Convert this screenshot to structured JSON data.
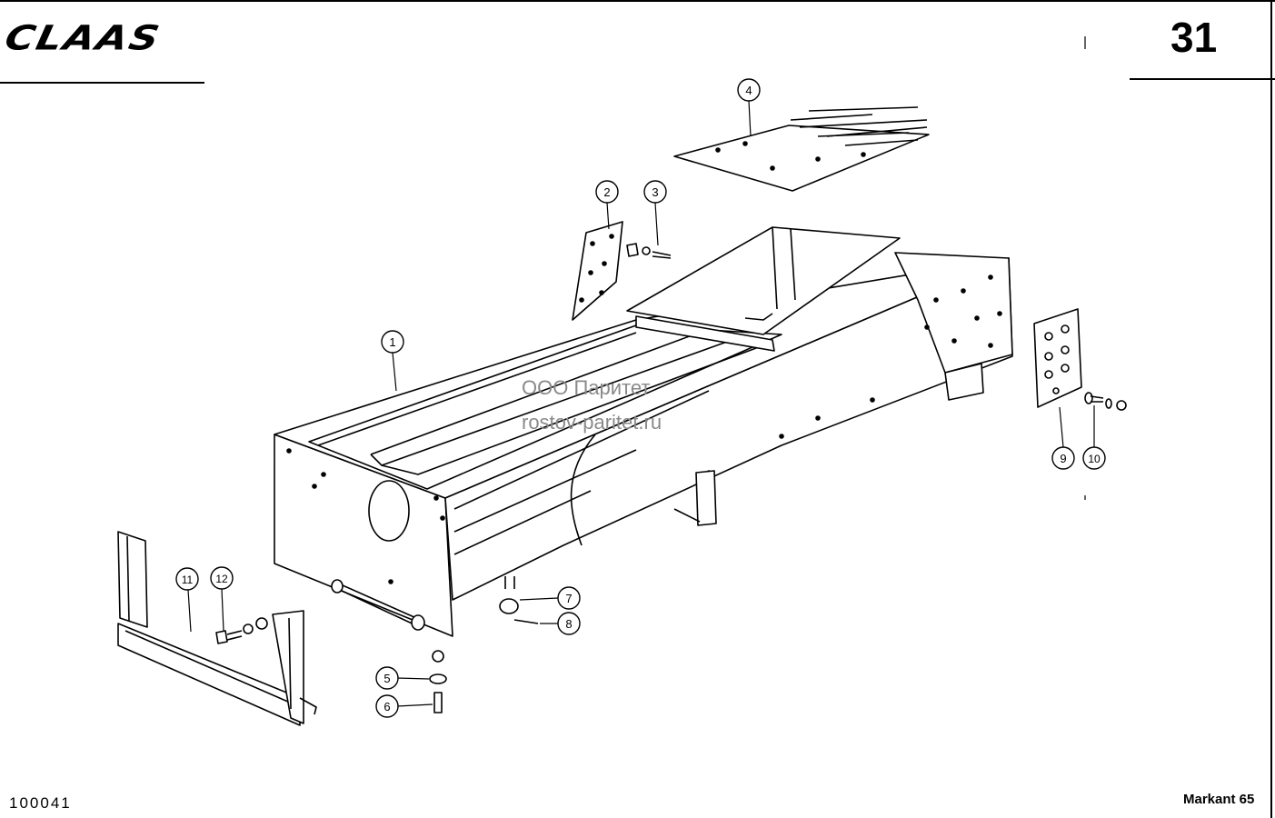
{
  "header": {
    "brand": "CLAAS",
    "page_number": "31"
  },
  "watermark": {
    "line1": "ООО Паритет",
    "line2": "rostov-paritet.ru"
  },
  "footer": {
    "drawing_code": "100041",
    "model": "Markant 65"
  },
  "callouts": [
    "1",
    "2",
    "3",
    "4",
    "5",
    "6",
    "7",
    "8",
    "9",
    "10",
    "11",
    "12"
  ]
}
